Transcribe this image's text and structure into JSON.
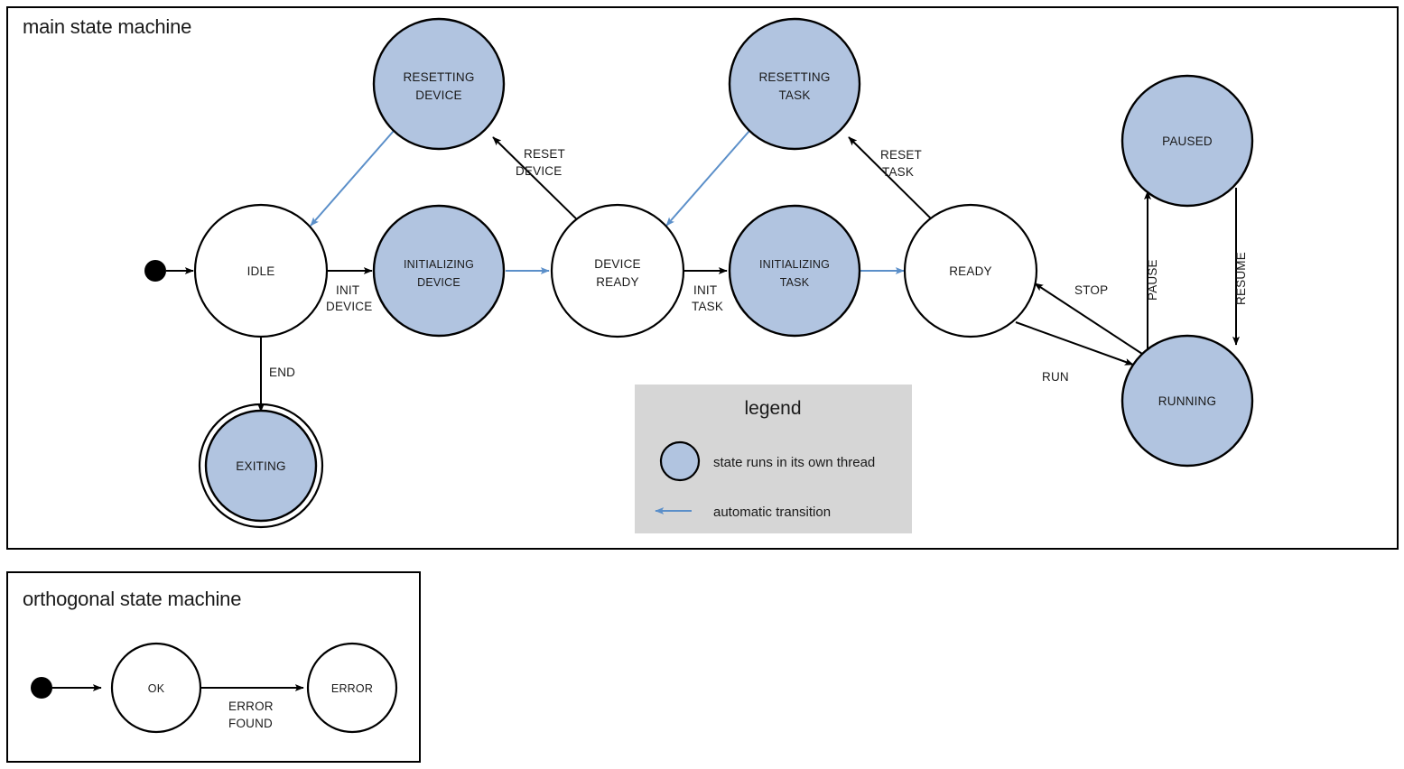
{
  "colors": {
    "thread_state_fill": "#b1c4e0",
    "plain_state_fill": "#ffffff",
    "stroke": "#000000",
    "auto_transition": "#5b8fc9",
    "legend_bg": "#d6d6d6",
    "page_bg": "#ffffff"
  },
  "frames": [
    {
      "id": "main",
      "title": "main state machine"
    },
    {
      "id": "orthogonal",
      "title": "orthogonal state machine"
    }
  ],
  "main_machine": {
    "title": "main state machine",
    "states": [
      {
        "id": "idle",
        "label_lines": [
          "IDLE"
        ],
        "thread": false,
        "final": false
      },
      {
        "id": "resetting_device",
        "label_lines": [
          "RESETTING",
          "DEVICE"
        ],
        "thread": true,
        "final": false
      },
      {
        "id": "initializing_device",
        "label_lines": [
          "INITIALIZING",
          "DEVICE"
        ],
        "thread": true,
        "final": false
      },
      {
        "id": "device_ready",
        "label_lines": [
          "DEVICE",
          "READY"
        ],
        "thread": false,
        "final": false
      },
      {
        "id": "resetting_task",
        "label_lines": [
          "RESETTING",
          "TASK"
        ],
        "thread": true,
        "final": false
      },
      {
        "id": "initializing_task",
        "label_lines": [
          "INITIALIZING",
          "TASK"
        ],
        "thread": true,
        "final": false
      },
      {
        "id": "ready",
        "label_lines": [
          "READY"
        ],
        "thread": false,
        "final": false
      },
      {
        "id": "paused",
        "label_lines": [
          "PAUSED"
        ],
        "thread": true,
        "final": false
      },
      {
        "id": "running",
        "label_lines": [
          "RUNNING"
        ],
        "thread": true,
        "final": false
      },
      {
        "id": "exiting",
        "label_lines": [
          "EXITING"
        ],
        "thread": true,
        "final": true
      }
    ],
    "transitions": [
      {
        "id": "start-idle",
        "from": "start",
        "to": "idle",
        "label_lines": [],
        "auto": false
      },
      {
        "id": "idle-initdev",
        "from": "idle",
        "to": "initializing_device",
        "label_lines": [
          "INIT",
          "DEVICE"
        ],
        "auto": false
      },
      {
        "id": "idle-exiting",
        "from": "idle",
        "to": "exiting",
        "label_lines": [
          "END"
        ],
        "auto": false
      },
      {
        "id": "resetdev-idle",
        "from": "resetting_device",
        "to": "idle",
        "label_lines": [],
        "auto": true
      },
      {
        "id": "initdev-devready",
        "from": "initializing_device",
        "to": "device_ready",
        "label_lines": [],
        "auto": true
      },
      {
        "id": "devready-resetdev",
        "from": "device_ready",
        "to": "resetting_device",
        "label_lines": [
          "RESET",
          "DEVICE"
        ],
        "auto": false
      },
      {
        "id": "devready-inittask",
        "from": "device_ready",
        "to": "initializing_task",
        "label_lines": [
          "INIT",
          "TASK"
        ],
        "auto": false
      },
      {
        "id": "resettask-devready",
        "from": "resetting_task",
        "to": "device_ready",
        "label_lines": [],
        "auto": true
      },
      {
        "id": "inittask-ready",
        "from": "initializing_task",
        "to": "ready",
        "label_lines": [],
        "auto": true
      },
      {
        "id": "ready-resettask",
        "from": "ready",
        "to": "resetting_task",
        "label_lines": [
          "RESET",
          "TASK"
        ],
        "auto": false
      },
      {
        "id": "ready-running",
        "from": "ready",
        "to": "running",
        "label_lines": [
          "RUN"
        ],
        "auto": false
      },
      {
        "id": "running-ready",
        "from": "running",
        "to": "ready",
        "label_lines": [
          "STOP"
        ],
        "auto": false
      },
      {
        "id": "running-paused",
        "from": "running",
        "to": "paused",
        "label_lines": [
          "PAUSE"
        ],
        "auto": false
      },
      {
        "id": "paused-running",
        "from": "paused",
        "to": "running",
        "label_lines": [
          "RESUME"
        ],
        "auto": false
      }
    ],
    "labels": {
      "init_device_1": "INIT",
      "init_device_2": "DEVICE",
      "end": "END",
      "reset_device_1": "RESET",
      "reset_device_2": "DEVICE",
      "init_task_1": "INIT",
      "init_task_2": "TASK",
      "reset_task_1": "RESET",
      "reset_task_2": "TASK",
      "stop": "STOP",
      "run": "RUN",
      "pause": "PAUSE",
      "resume": "RESUME"
    },
    "state_text": {
      "idle": "IDLE",
      "resetting_device_1": "RESETTING",
      "resetting_device_2": "DEVICE",
      "initializing_device_1": "INITIALIZING",
      "initializing_device_2": "DEVICE",
      "device_ready_1": "DEVICE",
      "device_ready_2": "READY",
      "resetting_task_1": "RESETTING",
      "resetting_task_2": "TASK",
      "initializing_task_1": "INITIALIZING",
      "initializing_task_2": "TASK",
      "ready": "READY",
      "paused": "PAUSED",
      "running": "RUNNING",
      "exiting": "EXITING"
    }
  },
  "legend": {
    "title": "legend",
    "items": [
      {
        "id": "thread-state",
        "symbol": "filled-circle",
        "text": "state runs in its own thread"
      },
      {
        "id": "auto-transition",
        "symbol": "blue-arrow",
        "text": "automatic transition"
      }
    ],
    "item1_text": "state runs in its own thread",
    "item2_text": "automatic transition"
  },
  "orthogonal_machine": {
    "title": "orthogonal state machine",
    "states": [
      {
        "id": "ok",
        "label": "OK"
      },
      {
        "id": "error",
        "label": "ERROR"
      }
    ],
    "transitions": [
      {
        "id": "start-ok",
        "from": "start",
        "to": "ok",
        "label_lines": []
      },
      {
        "id": "ok-error",
        "from": "ok",
        "to": "error",
        "label_lines": [
          "ERROR",
          "FOUND"
        ]
      }
    ],
    "state_text": {
      "ok": "OK",
      "error": "ERROR"
    },
    "labels": {
      "error_found_1": "ERROR",
      "error_found_2": "FOUND"
    }
  }
}
